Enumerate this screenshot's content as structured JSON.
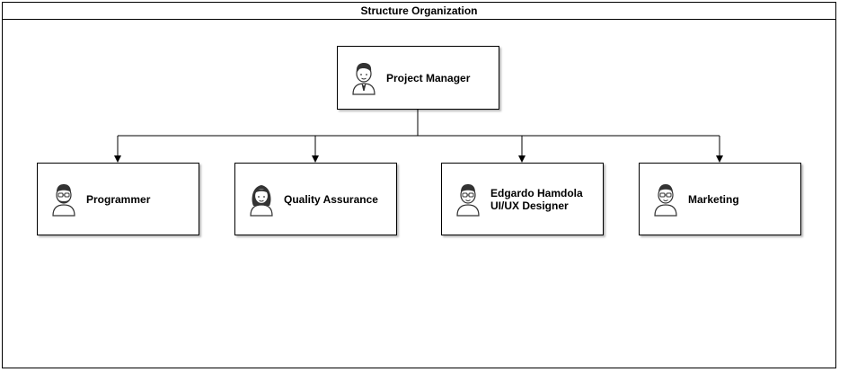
{
  "diagram": {
    "title": "Structure Organization",
    "root": {
      "label": "Project Manager",
      "icon": "male-manager-avatar-icon"
    },
    "children": [
      {
        "label": "Programmer",
        "icon": "bearded-male-avatar-icon"
      },
      {
        "label": "Quality Assurance",
        "icon": "female-avatar-icon"
      },
      {
        "label": "Edgardo Hamdola\nUI/UX Designer",
        "icon": "male-glasses-avatar-icon"
      },
      {
        "label": "Marketing",
        "icon": "male-glasses-avatar-icon"
      }
    ],
    "colors": {
      "stroke": "#000000",
      "avatar_line": "#333333",
      "avatar_fill": "#ffffff",
      "hair": "#333333"
    }
  }
}
